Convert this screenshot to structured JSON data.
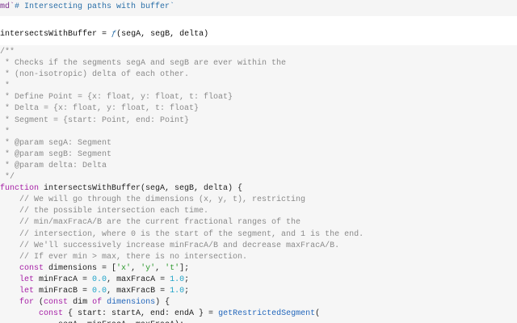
{
  "md_cell": {
    "prefix": "md`",
    "text": "# Intersecting paths with buffer`"
  },
  "definition_cell": {
    "name": "intersectsWithBuffer",
    "equals": " = ",
    "fn_symbol": "ƒ",
    "params": "(segA, segB, delta)"
  },
  "code_lines": [
    [
      {
        "t": "/**",
        "c": "comment"
      }
    ],
    [
      {
        "t": " * Checks if the segments segA and segB are ever within the",
        "c": "comment"
      }
    ],
    [
      {
        "t": " * (non-isotropic) delta of each other.",
        "c": "comment"
      }
    ],
    [
      {
        "t": " *",
        "c": "comment"
      }
    ],
    [
      {
        "t": " * Define Point = {x: float, y: float, t: float}",
        "c": "comment"
      }
    ],
    [
      {
        "t": " * Delta = {x: float, y: float, t: float}",
        "c": "comment"
      }
    ],
    [
      {
        "t": " * Segment = {start: Point, end: Point}",
        "c": "comment"
      }
    ],
    [
      {
        "t": " *",
        "c": "comment"
      }
    ],
    [
      {
        "t": " * @param segA: Segment",
        "c": "comment"
      }
    ],
    [
      {
        "t": " * @param segB: Segment",
        "c": "comment"
      }
    ],
    [
      {
        "t": " * @param delta: Delta",
        "c": "comment"
      }
    ],
    [
      {
        "t": " */",
        "c": "comment"
      }
    ],
    [
      {
        "t": "function",
        "c": "keyword"
      },
      {
        "t": " intersectsWithBuffer(segA, segB, delta) {",
        "c": "plain"
      }
    ],
    [
      {
        "t": "    // We will go through the dimensions (x, y, t), restricting",
        "c": "comment"
      }
    ],
    [
      {
        "t": "    // the possible intersection each time.",
        "c": "comment"
      }
    ],
    [
      {
        "t": "    // min/maxFracA/B are the current fractional ranges of the",
        "c": "comment"
      }
    ],
    [
      {
        "t": "    // intersection, where 0 is the start of the segment, and 1 is the end.",
        "c": "comment"
      }
    ],
    [
      {
        "t": "    // We'll successively increase minFracA/B and decrease maxFracA/B.",
        "c": "comment"
      }
    ],
    [
      {
        "t": "    // If ever min > max, there is no intersection.",
        "c": "comment"
      }
    ],
    [
      {
        "t": "    ",
        "c": "plain"
      },
      {
        "t": "const",
        "c": "keyword"
      },
      {
        "t": " dimensions = [",
        "c": "plain"
      },
      {
        "t": "'x'",
        "c": "string"
      },
      {
        "t": ", ",
        "c": "plain"
      },
      {
        "t": "'y'",
        "c": "string"
      },
      {
        "t": ", ",
        "c": "plain"
      },
      {
        "t": "'t'",
        "c": "string"
      },
      {
        "t": "];",
        "c": "plain"
      }
    ],
    [
      {
        "t": "    ",
        "c": "plain"
      },
      {
        "t": "let",
        "c": "keyword"
      },
      {
        "t": " minFracA = ",
        "c": "plain"
      },
      {
        "t": "0.0",
        "c": "number"
      },
      {
        "t": ", maxFracA = ",
        "c": "plain"
      },
      {
        "t": "1.0",
        "c": "number"
      },
      {
        "t": ";",
        "c": "plain"
      }
    ],
    [
      {
        "t": "    ",
        "c": "plain"
      },
      {
        "t": "let",
        "c": "keyword"
      },
      {
        "t": " minFracB = ",
        "c": "plain"
      },
      {
        "t": "0.0",
        "c": "number"
      },
      {
        "t": ", maxFracB = ",
        "c": "plain"
      },
      {
        "t": "1.0",
        "c": "number"
      },
      {
        "t": ";",
        "c": "plain"
      }
    ],
    [
      {
        "t": "    ",
        "c": "plain"
      },
      {
        "t": "for",
        "c": "keyword"
      },
      {
        "t": " (",
        "c": "plain"
      },
      {
        "t": "const",
        "c": "keyword"
      },
      {
        "t": " dim ",
        "c": "plain"
      },
      {
        "t": "of",
        "c": "keyword"
      },
      {
        "t": " ",
        "c": "plain"
      },
      {
        "t": "dimensions",
        "c": "call"
      },
      {
        "t": ") {",
        "c": "plain"
      }
    ],
    [
      {
        "t": "        ",
        "c": "plain"
      },
      {
        "t": "const",
        "c": "keyword"
      },
      {
        "t": " { start: startA, end: endA } = ",
        "c": "plain"
      },
      {
        "t": "getRestrictedSegment",
        "c": "call"
      },
      {
        "t": "(",
        "c": "plain"
      }
    ],
    [
      {
        "t": "            segA, minFracA, maxFracA);",
        "c": "plain"
      }
    ]
  ]
}
